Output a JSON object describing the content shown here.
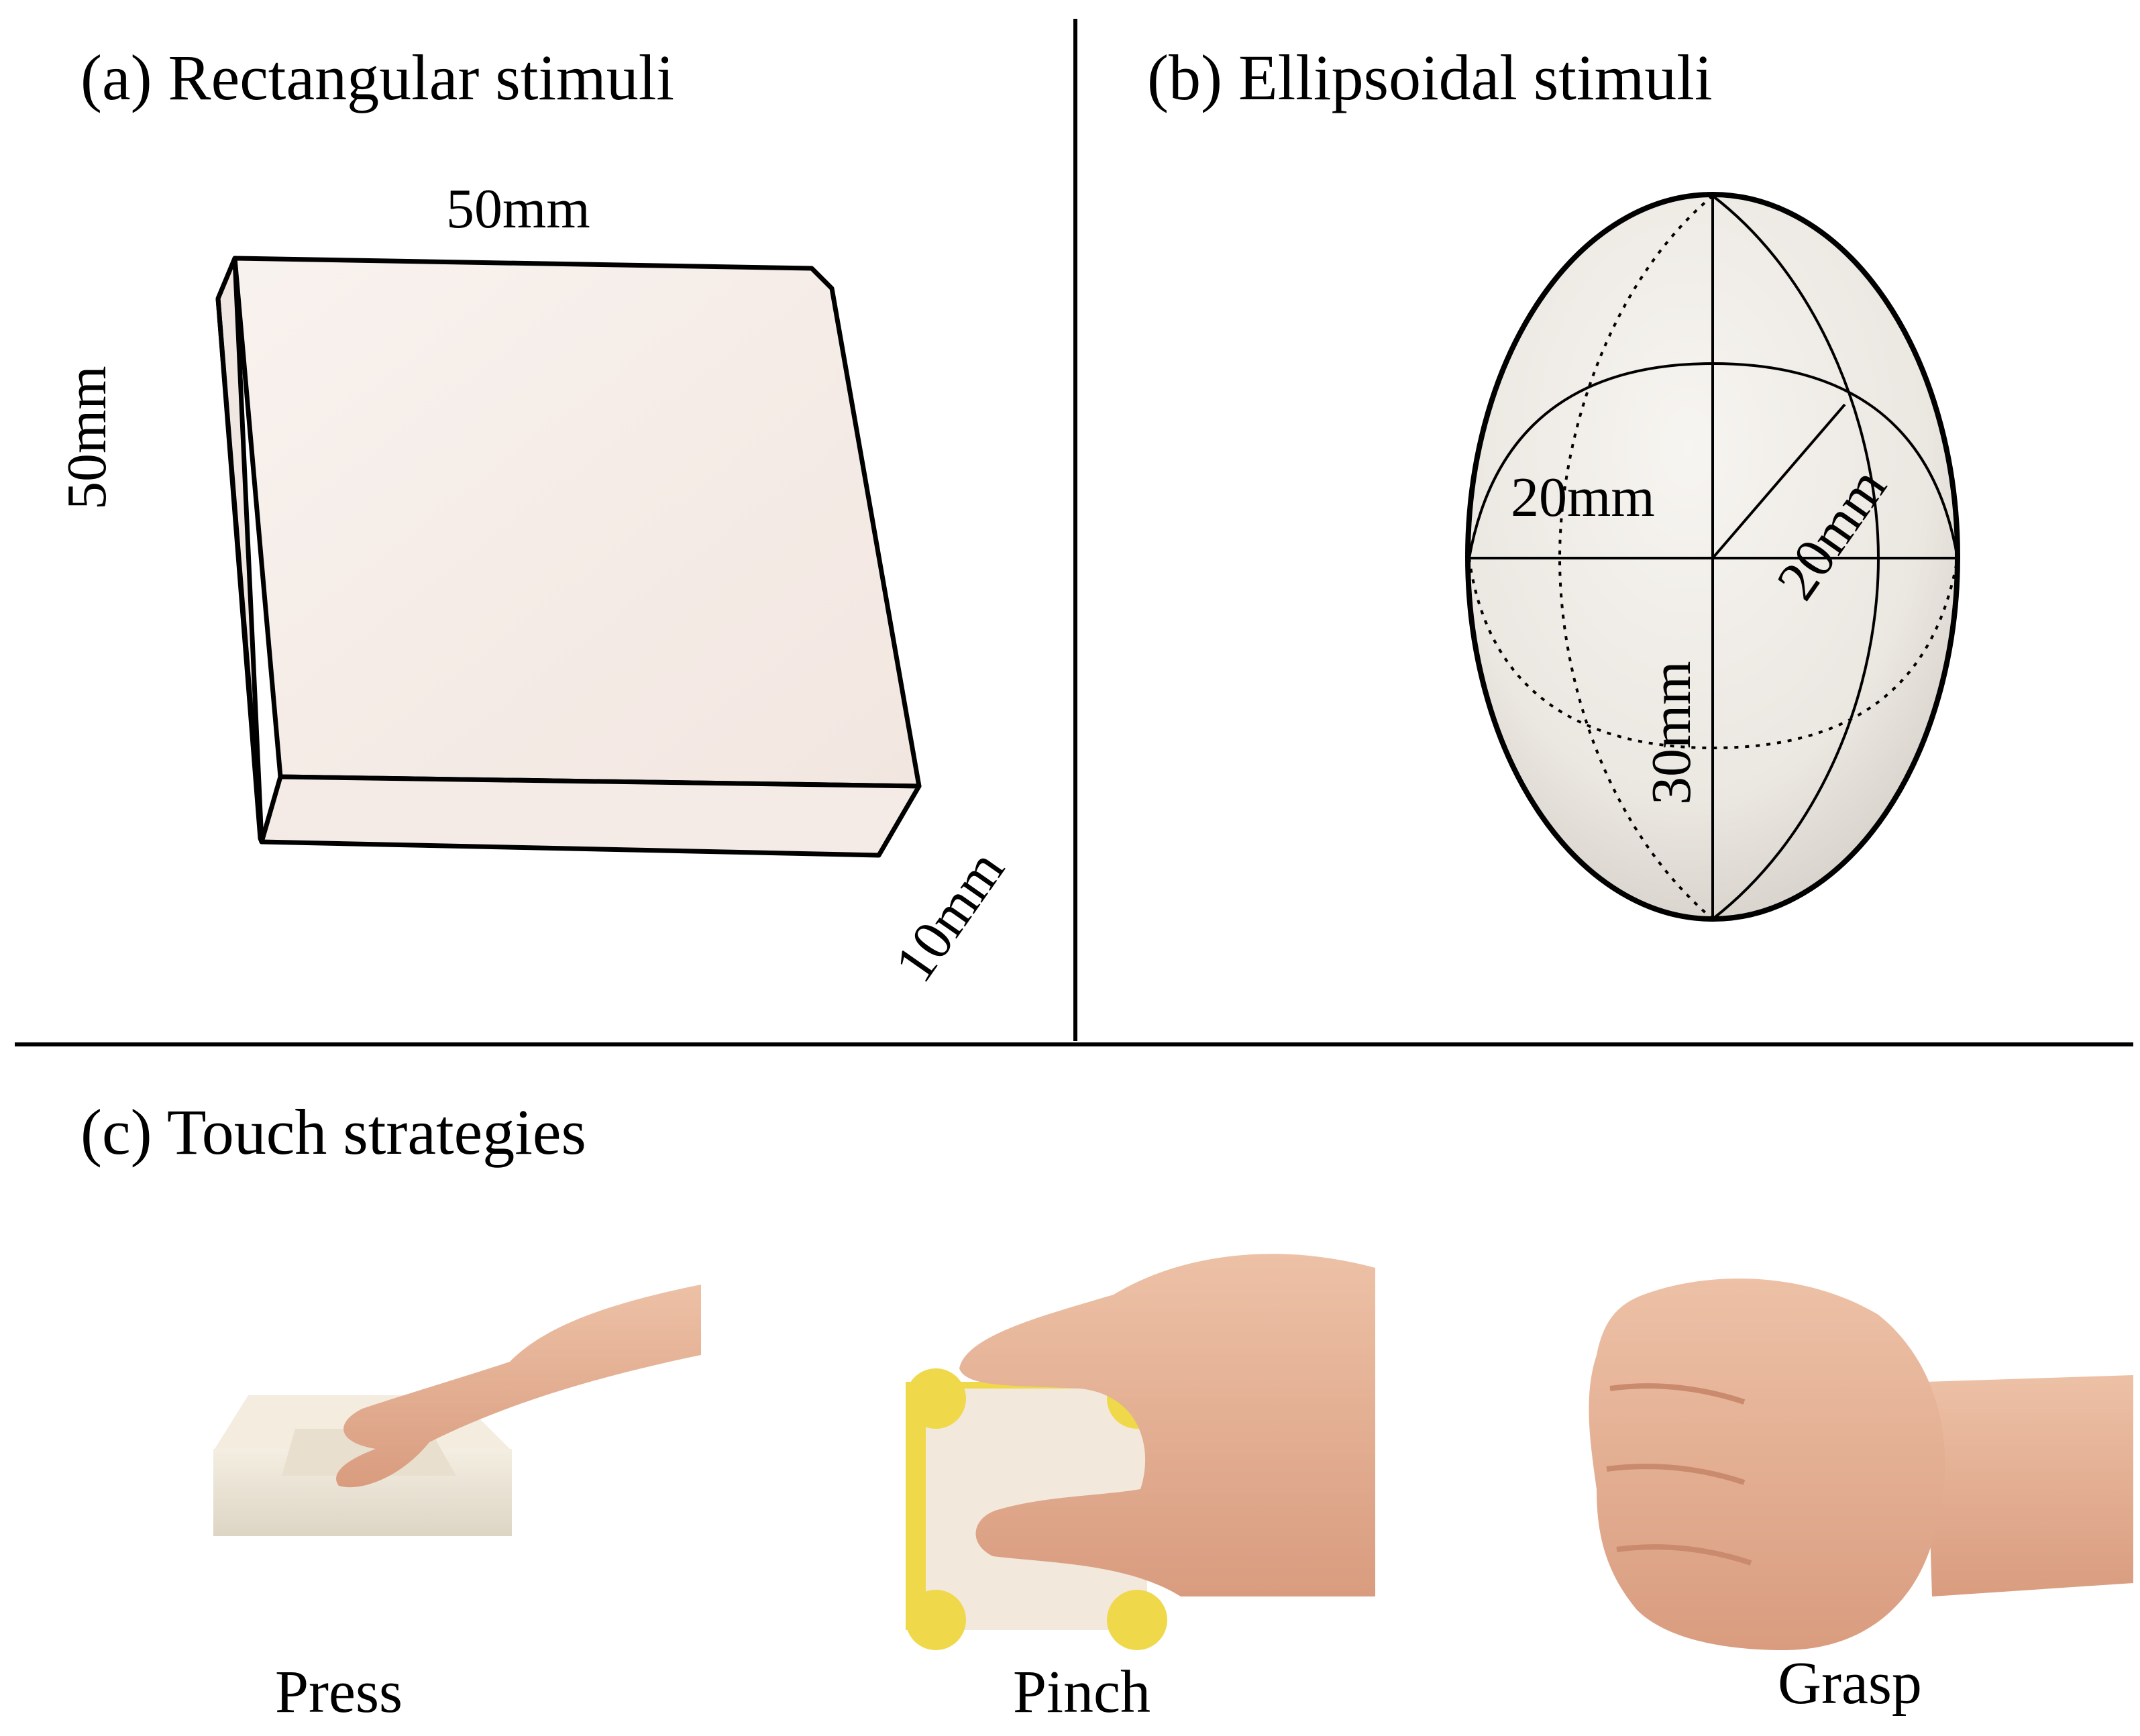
{
  "panels": {
    "a": {
      "title": "(a) Rectangular stimuli",
      "dim_top": "50mm",
      "dim_left": "50mm",
      "dim_depth": "10mm"
    },
    "b": {
      "title": "(b) Ellipsoidal stimuli",
      "dim_horizontal": "20mm",
      "dim_diagonal": "20mm",
      "dim_vertical": "30mm"
    },
    "c": {
      "title": "(c) Touch strategies",
      "captions": [
        "Press",
        "Pinch",
        "Grasp"
      ]
    }
  },
  "colors": {
    "block_face": "#f6eeea",
    "block_side": "#f1e7e2",
    "egg_fill": "#ece8e2",
    "skin": "#e8b598",
    "skin_shadow": "#cf9378",
    "yellow_part": "#efd94a",
    "line": "#000000"
  }
}
